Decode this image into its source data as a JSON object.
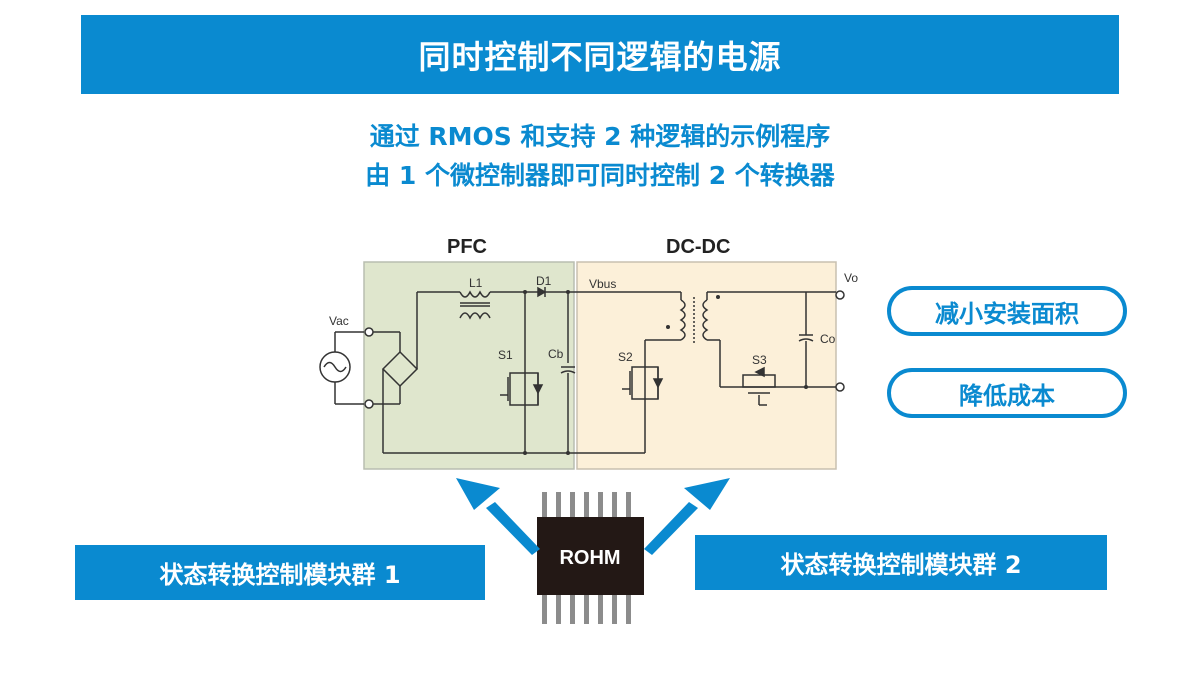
{
  "header": {
    "title": "同时控制不同逻辑的电源"
  },
  "subtitle": {
    "line1": "通过 RMOS 和支持 2 种逻辑的示例程序",
    "line2": "由 1 个微控制器即可同时控制 2 个转换器"
  },
  "circuit": {
    "pfc_label": "PFC",
    "dcdc_label": "DC-DC",
    "components": {
      "vac": "Vac",
      "l1": "L1",
      "d1": "D1",
      "s1": "S1",
      "cb": "Cb",
      "vbus": "Vbus",
      "s2": "S2",
      "s3": "S3",
      "co": "Co",
      "vo": "Vo"
    },
    "colors": {
      "pfc_bg": "#dfe6cd",
      "dcdc_bg": "#fcf0d9",
      "wire": "#333333"
    }
  },
  "benefits": [
    {
      "label": "减小安装面积"
    },
    {
      "label": "降低成本"
    }
  ],
  "chip": {
    "label": "ROHM"
  },
  "modules": [
    {
      "label": "状态转换控制模块群 1"
    },
    {
      "label": "状态转换控制模块群 2"
    }
  ],
  "colors": {
    "accent": "#0a8ad0",
    "chip_body": "#231815",
    "chip_pin": "#8c8c8c"
  }
}
